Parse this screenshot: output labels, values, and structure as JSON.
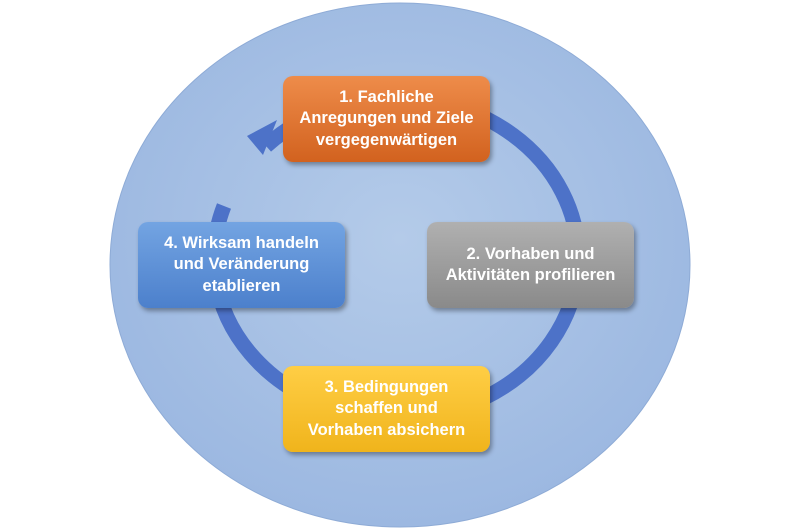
{
  "diagram": {
    "type": "cycle",
    "colors": {
      "background_circle": "#a7c0e4",
      "cycle_ring": "#4d72c8",
      "step_1": "#e57a35",
      "step_2": "#9b9b9b",
      "step_3": "#f7c12f",
      "step_4": "#5c8fd8"
    },
    "steps": [
      {
        "label": "1. Fachliche\nAnregungen und Ziele\nvergegenwärtigen"
      },
      {
        "label": "2. Vorhaben und\nAktivitäten profilieren"
      },
      {
        "label": "3. Bedingungen\nschaffen und\nVorhaben absichern"
      },
      {
        "label": "4. Wirksam handeln\nund Veränderung\netablieren"
      }
    ]
  }
}
